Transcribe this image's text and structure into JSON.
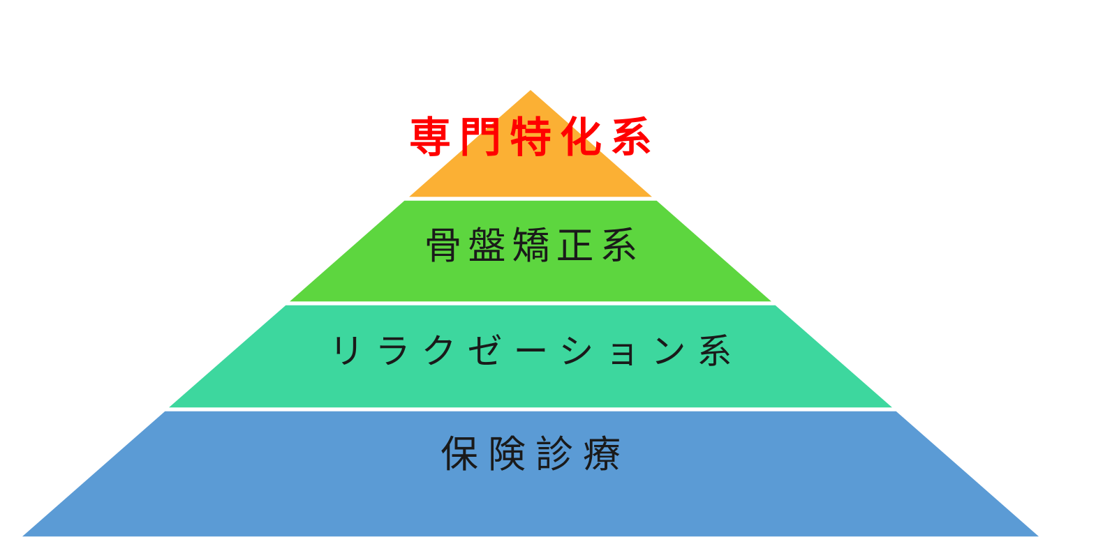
{
  "page": {
    "background_color": "#FFFFFF"
  },
  "diagram": {
    "type": "pyramid",
    "level_count": 4,
    "levels": [
      {
        "rank": 1,
        "label": "専門特化系",
        "fill": "#FBB034",
        "label_color": "#FF0000",
        "label_weight": "bold"
      },
      {
        "rank": 2,
        "label": "骨盤矯正系",
        "fill": "#5DD63F",
        "label_color": "#1A1A1A",
        "label_weight": "normal"
      },
      {
        "rank": 3,
        "label": "リラクゼーション系",
        "fill": "#3DD79E",
        "label_color": "#1A1A1A",
        "label_weight": "normal"
      },
      {
        "rank": 4,
        "label": "保険診療",
        "fill": "#5B9BD5",
        "label_color": "#1A1A1A",
        "label_weight": "normal"
      }
    ]
  }
}
